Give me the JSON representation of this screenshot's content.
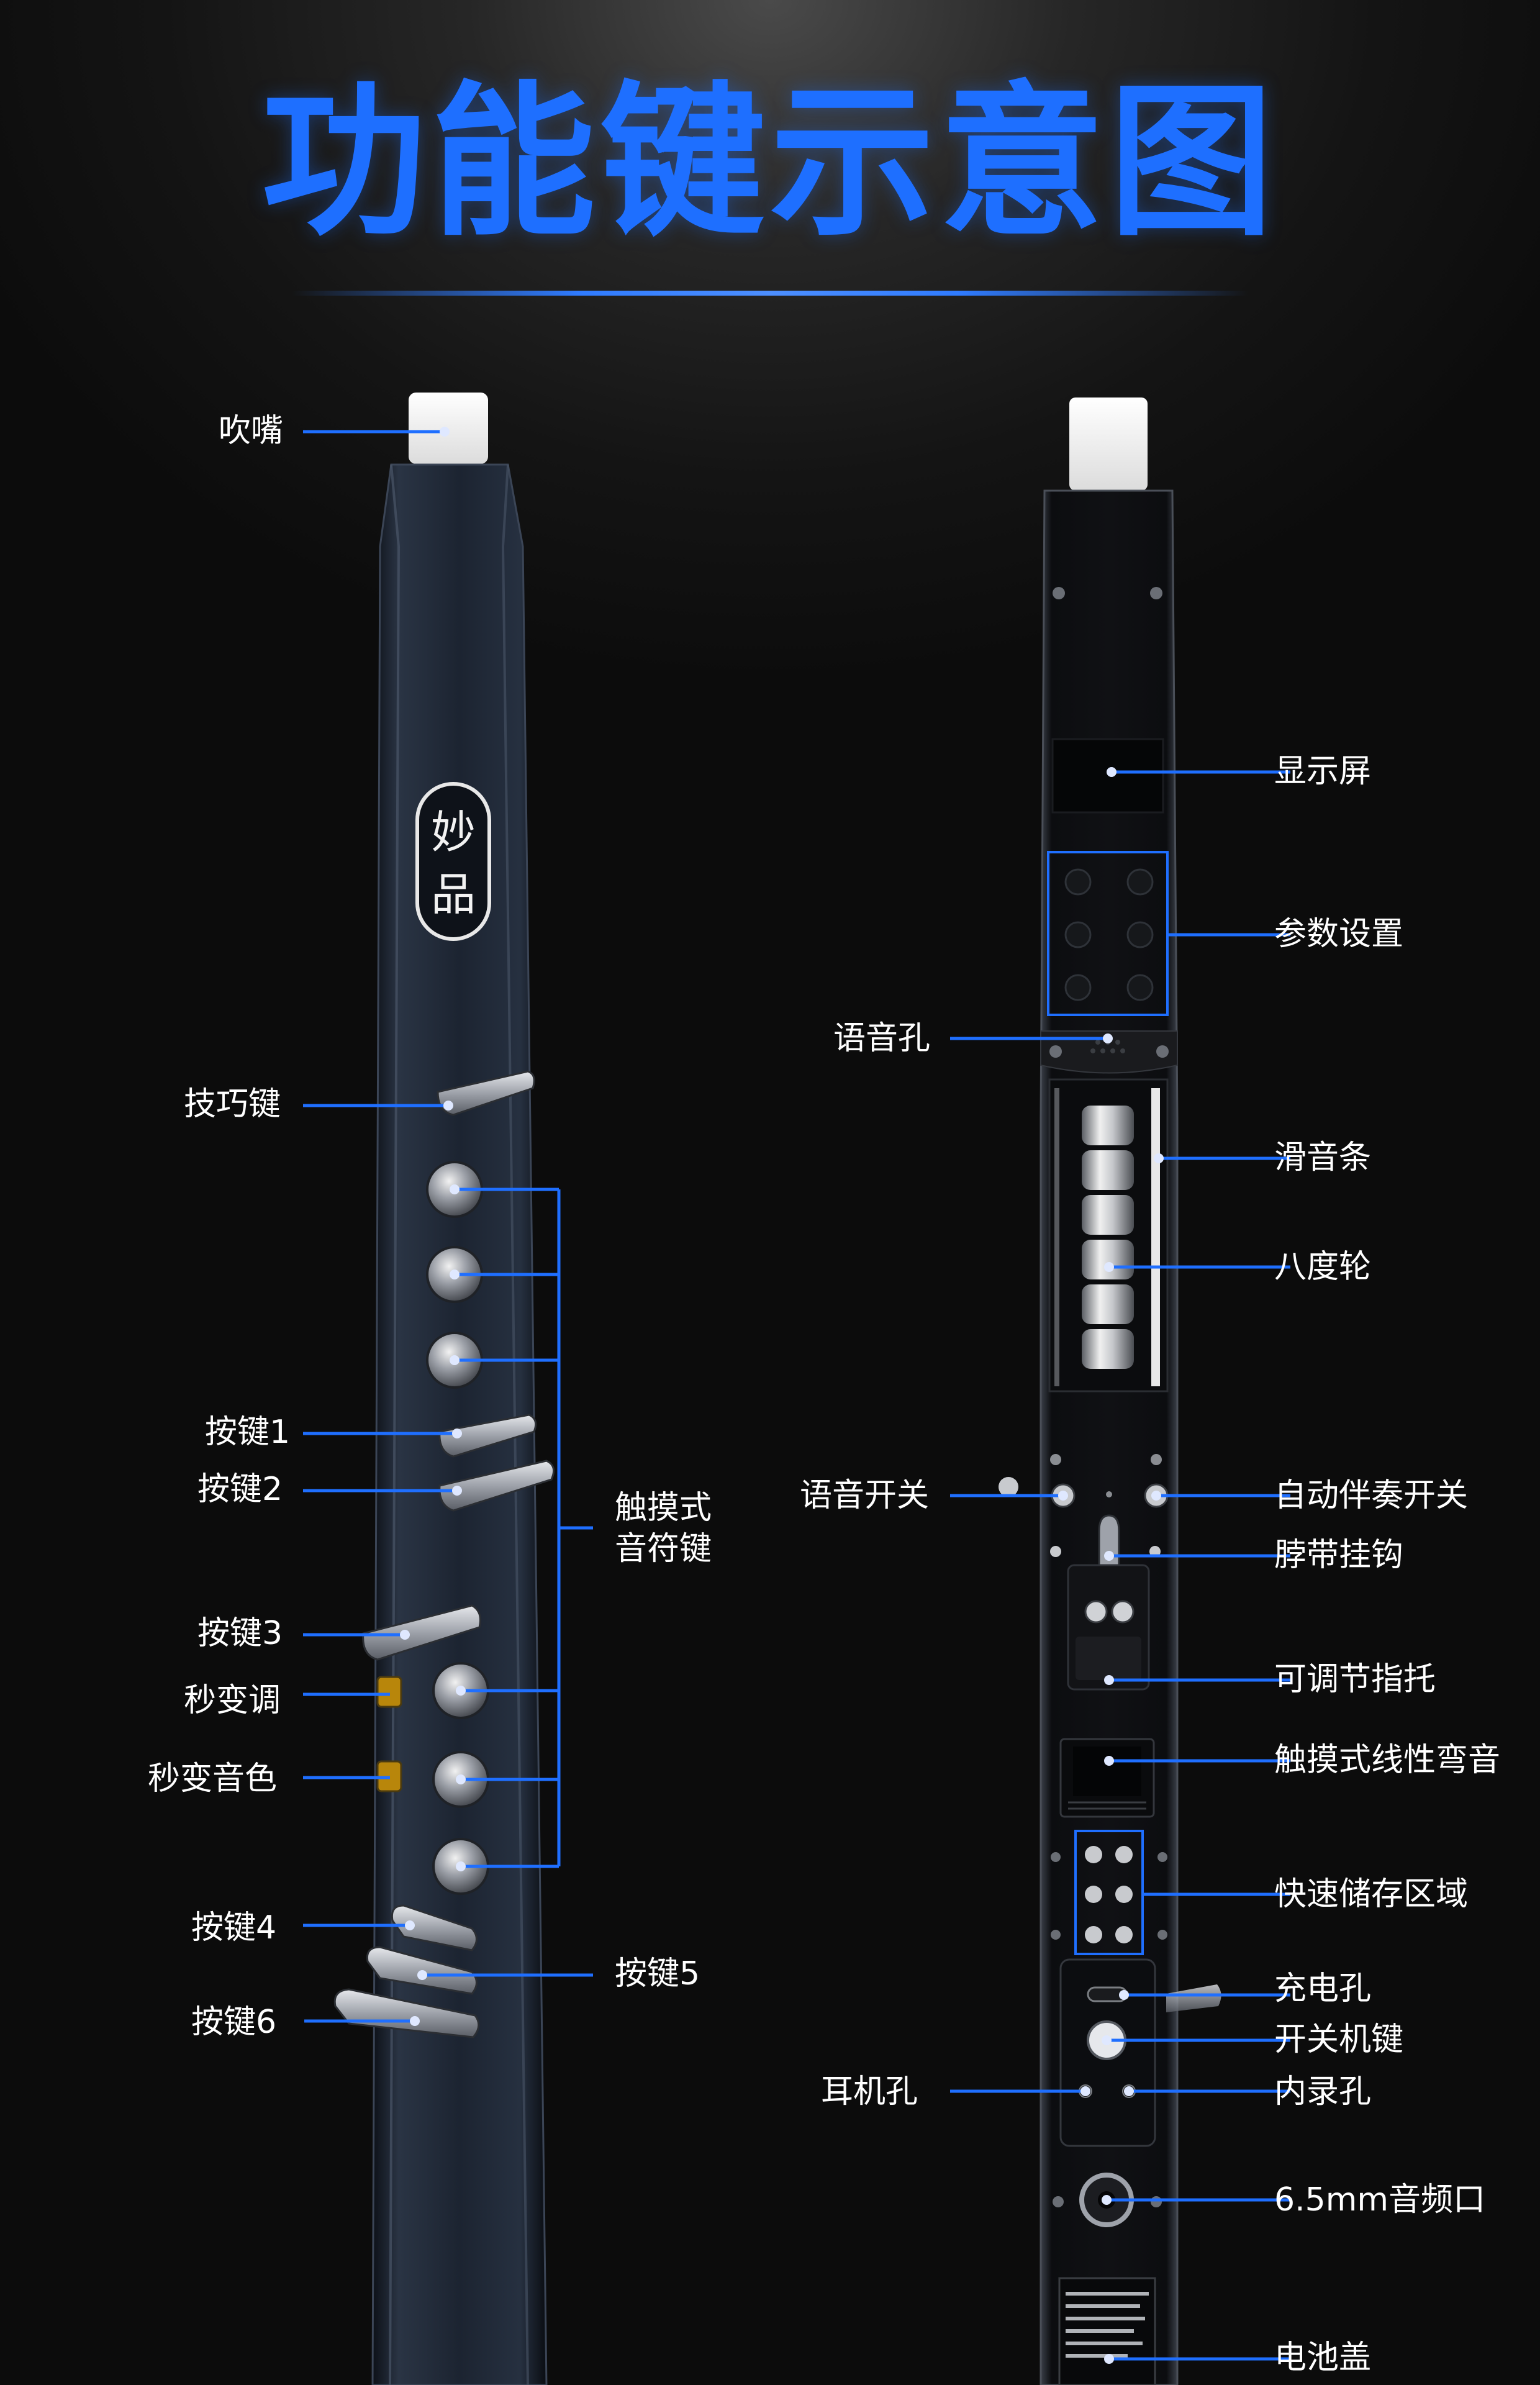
{
  "title": "功能键示意图",
  "left_labels": {
    "mouthpiece": "吹嘴",
    "technique_key": "技巧键",
    "key1": "按键1",
    "key2": "按键2",
    "key3": "按键3",
    "instant_transpose": "秒变调",
    "instant_timbre": "秒变音色",
    "key4": "按键4",
    "key5": "按键5",
    "key6": "按键6",
    "touch_note_keys": [
      "触摸式",
      "音符键"
    ]
  },
  "logo_text": [
    "妙",
    "品"
  ],
  "right_labels": {
    "display": "显示屏",
    "parameter_settings": "参数设置",
    "voice_hole": "语音孔",
    "glide_strip": "滑音条",
    "octave_wheel": "八度轮",
    "voice_switch": "语音开关",
    "auto_accompaniment": "自动伴奏开关",
    "neck_strap_hook": "脖带挂钩",
    "thumb_rest": "可调节指托",
    "pitch_bend": "触摸式线性弯音",
    "quick_storage": "快速储存区域",
    "charging_port": "充电孔",
    "power_key": "开关机键",
    "headphone_jack": "耳机孔",
    "internal_recording": "内录孔",
    "audio_port": "6.5mm音频口",
    "battery_cover": "电池盖"
  },
  "colors": {
    "title": "#1e6fff",
    "leader_line": "#1f6fff",
    "label_text": "#ffffff",
    "background": "#141414",
    "instrument_body": "#1b2230"
  }
}
